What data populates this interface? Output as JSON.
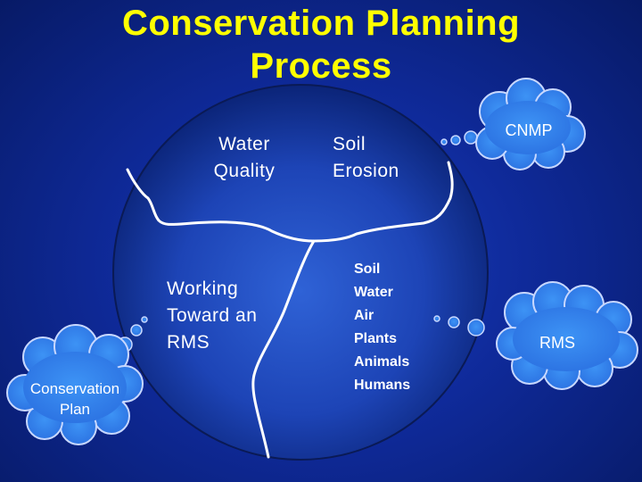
{
  "title": {
    "line1": "Conservation Planning",
    "line2": "Process"
  },
  "circle_labels": {
    "water_quality": {
      "line1": "Water",
      "line2": "Quality"
    },
    "soil_erosion": {
      "line1": "Soil",
      "line2": "Erosion"
    },
    "working_toward": {
      "line1": "Working",
      "line2": "Toward an",
      "line3": "RMS"
    }
  },
  "resources": [
    "Soil",
    "Water",
    "Air",
    "Plants",
    "Animals",
    "Humans"
  ],
  "clouds": {
    "cnmp": "CNMP",
    "rms": "RMS",
    "conservation_plan": {
      "line1": "Conservation",
      "line2": "Plan"
    }
  },
  "colors": {
    "background": "#0f2a9a",
    "title": "#ffff00",
    "cloud_fill": "#3f8ff0",
    "line": "#ffffff"
  }
}
